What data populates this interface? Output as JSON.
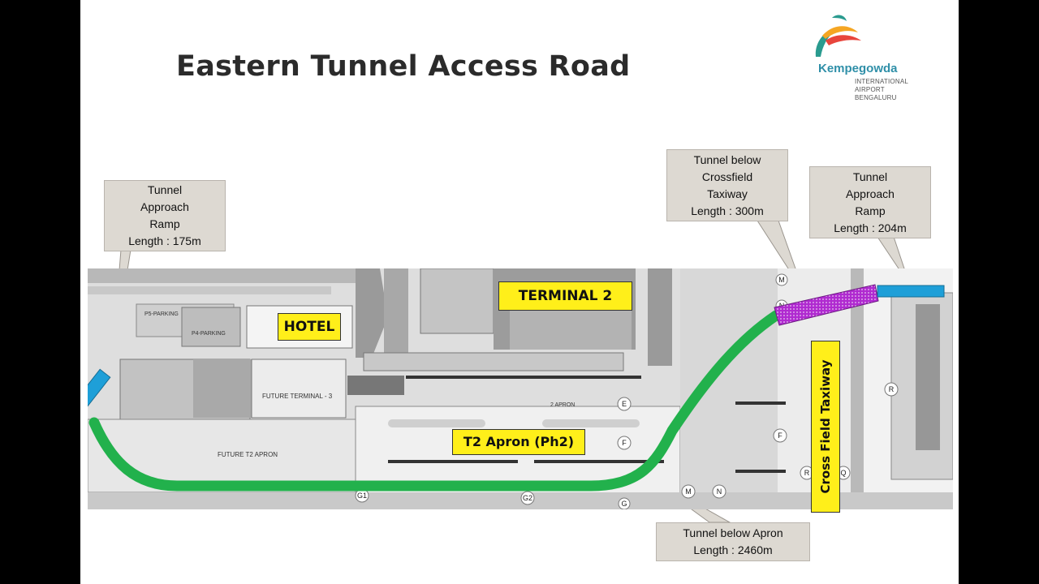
{
  "slide": {
    "title": "Eastern Tunnel Access Road",
    "logo": {
      "name": "Kempegowda",
      "subtitle_lines": [
        "INTERNATIONAL",
        "AIRPORT",
        "BENGALURU"
      ]
    }
  },
  "callouts": {
    "west_ramp": [
      "Tunnel",
      "Approach",
      "Ramp",
      "Length : 175m"
    ],
    "crossfield_tunnel": [
      "Tunnel below",
      "Crossfield",
      "Taxiway",
      "Length : 300m"
    ],
    "east_ramp": [
      "Tunnel",
      "Approach",
      "Ramp",
      "Length : 204m"
    ],
    "apron_tunnel": [
      "Tunnel below Apron",
      "Length : 2460m"
    ]
  },
  "labels": {
    "terminal2": "TERMINAL 2",
    "hotel": "HOTEL",
    "t2_apron": "T2 Apron (Ph2)",
    "crossfield": "Cross Field Taxiway"
  },
  "map_text": {
    "p5_parking": "P5-PARKING",
    "p4_parking": "P4-PARKING",
    "future_terminal": "FUTURE TERMINAL - 3",
    "future_apron": "FUTURE T2 APRON",
    "apron2": "2 APRON",
    "taxi_letters": [
      "M",
      "N",
      "E",
      "F",
      "F",
      "R",
      "G1",
      "G2",
      "G",
      "M",
      "N",
      "R",
      "Q"
    ]
  },
  "colors": {
    "tunnel_road": "#22b14c",
    "ramp": "#1e9fd8",
    "crossfield_tunnel": "#b02ad0",
    "label_fill": "#ffef1a",
    "callout_fill": "#ddd9d2"
  }
}
